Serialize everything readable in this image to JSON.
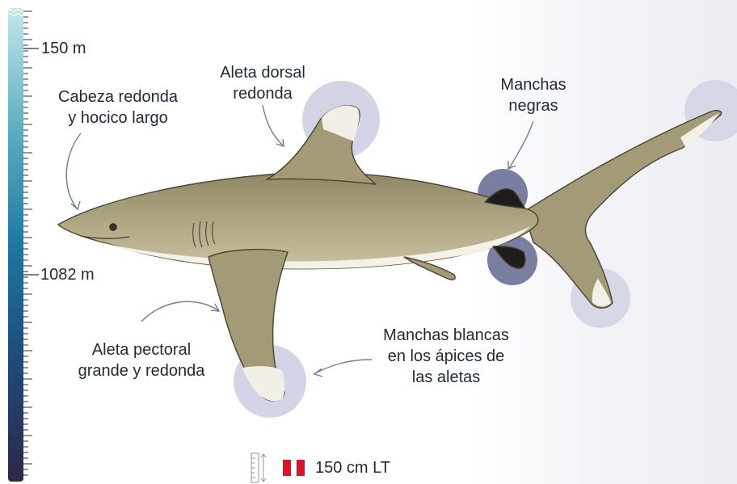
{
  "depth_scale": {
    "markers": [
      "150 m",
      "1082 m"
    ],
    "colors": {
      "top": "#bfe6ea",
      "mid": "#1e6d9c",
      "bottom": "#2c2748"
    }
  },
  "annotations": {
    "head": {
      "line1": "Cabeza redonda",
      "line2": "y hocico largo"
    },
    "dorsal": {
      "line1": "Aleta dorsal",
      "line2": "redonda"
    },
    "black_spots": {
      "line1": "Manchas",
      "line2": "negras"
    },
    "pectoral": {
      "line1": "Aleta pectoral",
      "line2": "grande y redonda"
    },
    "white_tips": {
      "line1": "Manchas blancas",
      "line2": "en los ápices de",
      "line3": "las aletas"
    }
  },
  "size_legend": {
    "text": "150 cm LT",
    "icon": "ruler-icon",
    "flag_colors": [
      "#d7162a",
      "#ffffff"
    ]
  },
  "colors": {
    "shark_body": "#a39a77",
    "shark_belly": "#f3f1e8",
    "highlight_circle": "#c7c9de",
    "highlight_dark": "#6d7193",
    "arrow": "#6c7f96"
  }
}
